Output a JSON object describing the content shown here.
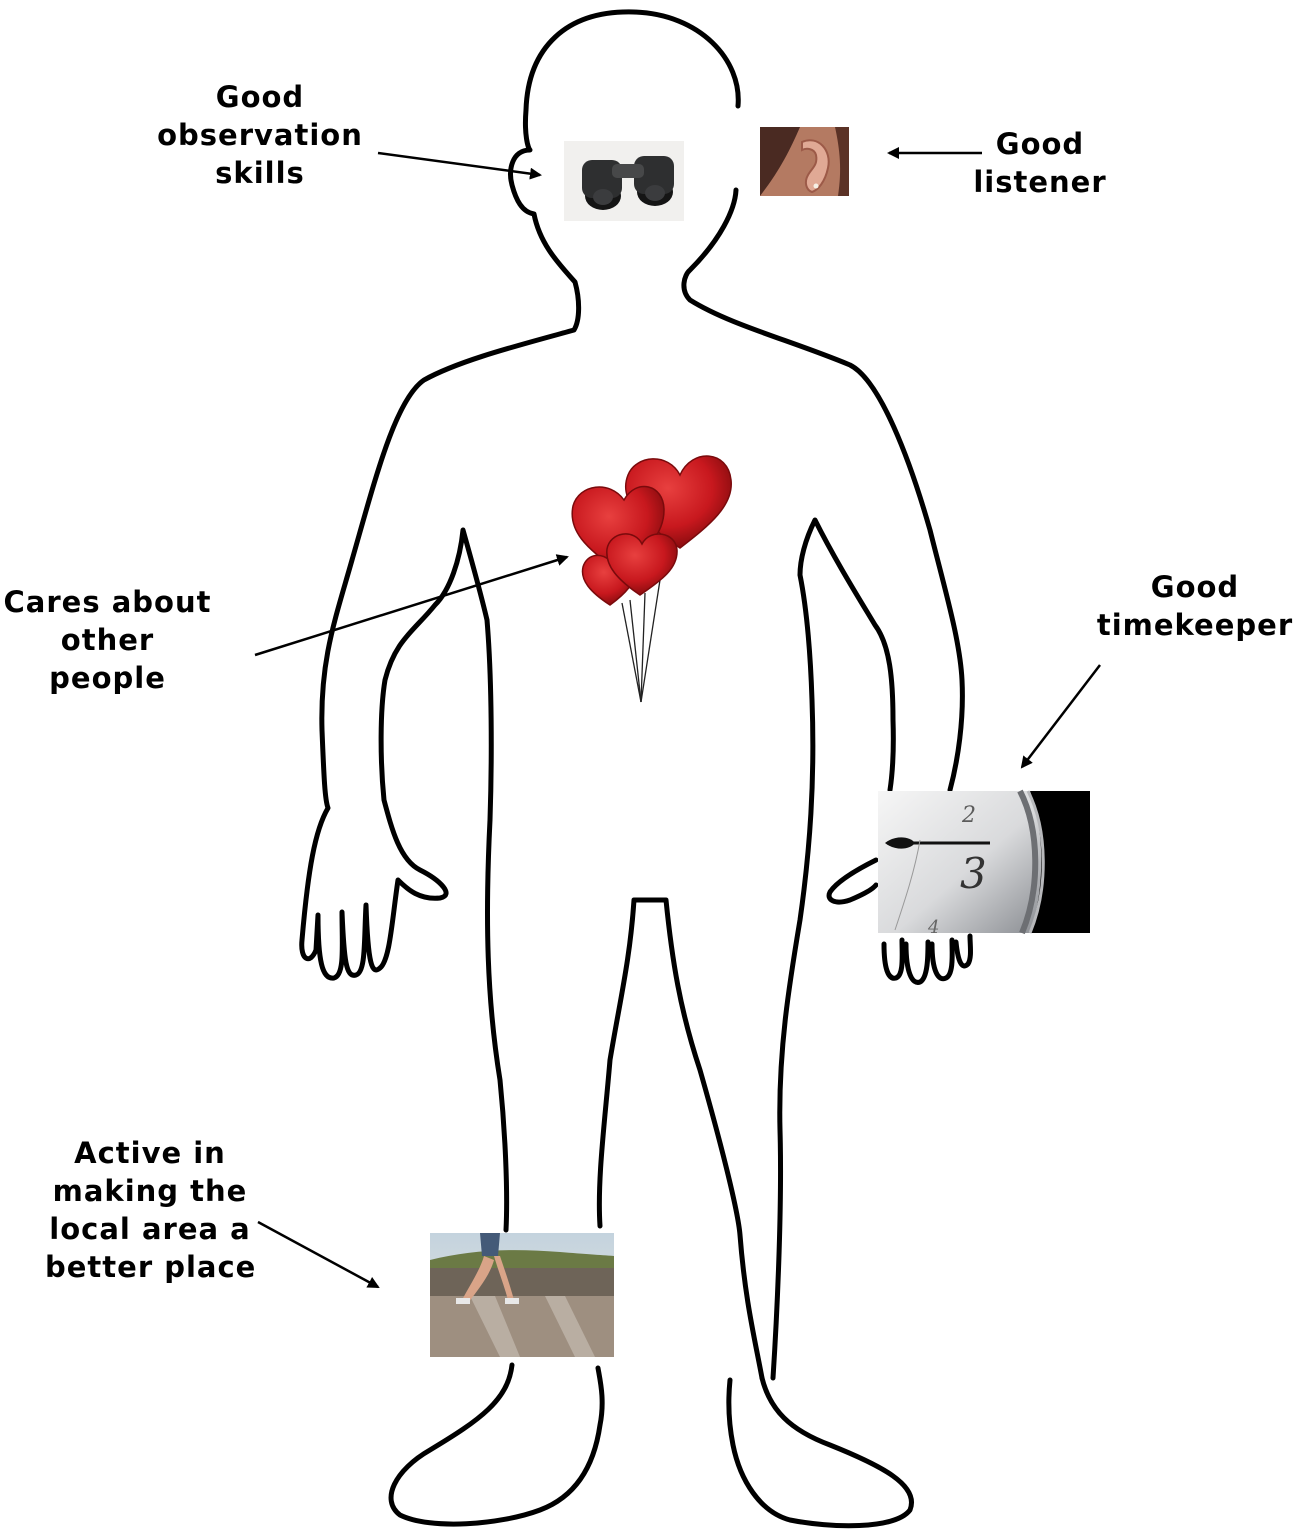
{
  "labels": {
    "observation": [
      "Good",
      "observation",
      "skills"
    ],
    "listener": [
      "Good",
      "listener"
    ],
    "cares": [
      "Cares about",
      "other",
      "people"
    ],
    "timekeeper": [
      "Good",
      "timekeeper"
    ],
    "active": [
      "Active in",
      "making the",
      "local area a",
      "better place"
    ]
  },
  "colors": {
    "outline": "#000000",
    "heart": "#c8181e",
    "heart_dark": "#8e0d10"
  },
  "icons": [
    "binoculars-icon",
    "ear-icon",
    "heart-balloons-icon",
    "clock-icon",
    "running-legs-icon"
  ]
}
